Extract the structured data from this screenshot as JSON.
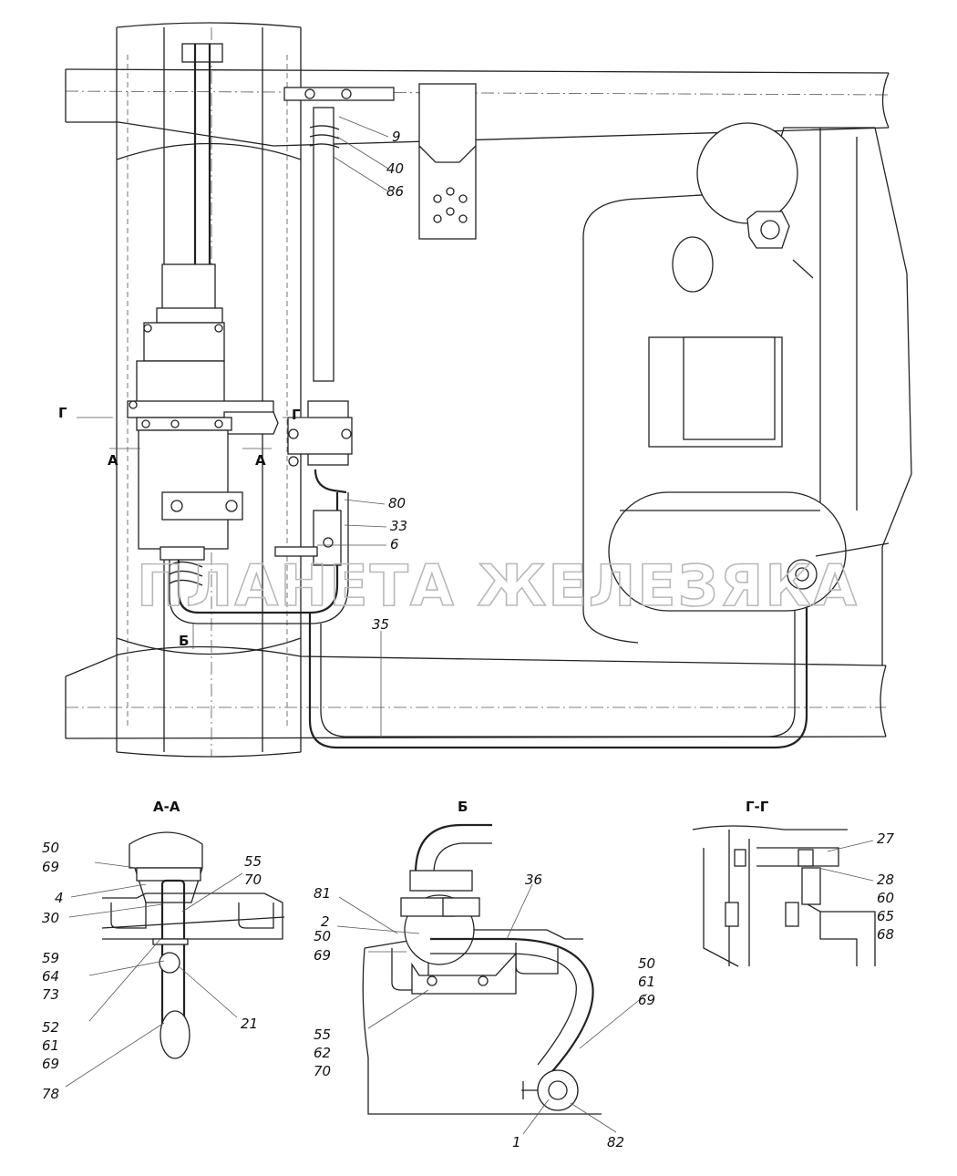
{
  "watermark": "ПЛАНЕТА ЖЕЛЕЗЯКА",
  "main_view": {
    "section_marks": [
      "Г",
      "Г",
      "А",
      "А",
      "Б"
    ],
    "callouts": [
      "9",
      "40",
      "86",
      "80",
      "33",
      "6",
      "35"
    ]
  },
  "view_aa": {
    "title": "А-А",
    "callouts": [
      "50",
      "69",
      "4",
      "30",
      "55",
      "70",
      "59",
      "64",
      "73",
      "52",
      "61",
      "69",
      "78",
      "21"
    ]
  },
  "view_b": {
    "title": "Б",
    "callouts": [
      "81",
      "36",
      "50",
      "69",
      "2",
      "55",
      "62",
      "70",
      "50",
      "61",
      "69",
      "1",
      "82"
    ]
  },
  "view_gg": {
    "title": "Г-Г",
    "callouts": [
      "27",
      "28",
      "60",
      "65",
      "68"
    ]
  }
}
